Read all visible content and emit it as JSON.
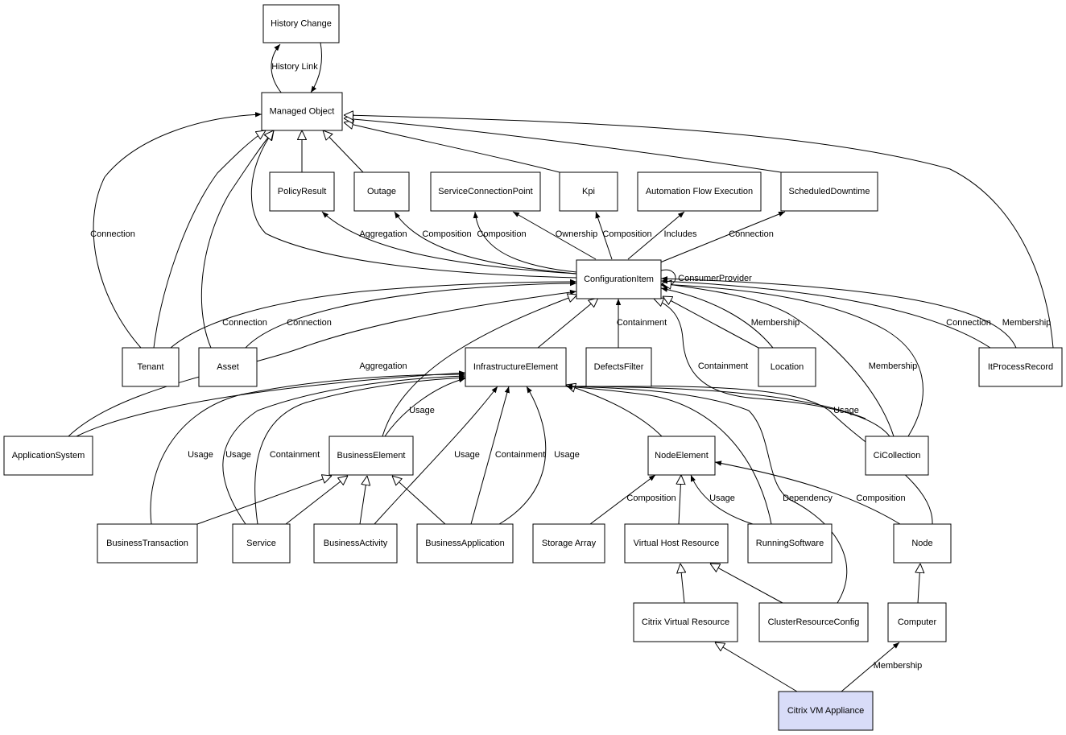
{
  "nodes": {
    "history_change": "History Change",
    "managed_object": "Managed Object",
    "policy_result": "PolicyResult",
    "outage": "Outage",
    "service_connection_point": "ServiceConnectionPoint",
    "kpi": "Kpi",
    "automation_flow_execution": "Automation Flow Execution",
    "scheduled_downtime": "ScheduledDowntime",
    "configuration_item": "ConfigurationItem",
    "tenant": "Tenant",
    "asset": "Asset",
    "infrastructure_element": "InfrastructureElement",
    "defects_filter": "DefectsFilter",
    "location": "Location",
    "it_process_record": "ItProcessRecord",
    "application_system": "ApplicationSystem",
    "business_element": "BusinessElement",
    "node_element": "NodeElement",
    "ci_collection": "CiCollection",
    "business_transaction": "BusinessTransaction",
    "service": "Service",
    "business_activity": "BusinessActivity",
    "business_application": "BusinessApplication",
    "storage_array": "Storage Array",
    "virtual_host_resource": "Virtual Host Resource",
    "running_software": "RunningSoftware",
    "node": "Node",
    "citrix_virtual_resource": "Citrix Virtual Resource",
    "cluster_resource_config": "ClusterResourceConfig",
    "computer": "Computer",
    "citrix_vm_appliance": "Citrix VM Appliance"
  },
  "edge_labels": {
    "history_link": "History Link",
    "connection_tenant_mo": "Connection",
    "aggregation_policy": "Aggregation",
    "composition_outage": "Composition",
    "composition_scp": "Composition",
    "ownership_scp": "Ownership",
    "composition_kpi": "Composition",
    "includes_afe": "Includes",
    "connection_sd": "Connection",
    "consumer_provider": "ConsumerProvider",
    "connection_tenant_ci": "Connection",
    "connection_asset_ci": "Connection",
    "aggregation_app_system": "Aggregation",
    "containment_defects": "Containment",
    "membership_location": "Membership",
    "containment_cicollection": "Containment",
    "membership_cicollection": "Membership",
    "connection_itpr": "Connection",
    "membership_itpr": "Membership",
    "usage_business_element": "Usage",
    "usage_cicollection": "Usage",
    "usage_business_transaction": "Usage",
    "usage_service": "Usage",
    "containment_service": "Containment",
    "usage_business_activity": "Usage",
    "containment_business_application": "Containment",
    "usage_business_application": "Usage",
    "composition_storage": "Composition",
    "usage_running_software": "Usage",
    "dependency_cluster": "Dependency",
    "composition_node": "Composition",
    "membership_computer": "Membership"
  },
  "colors": {
    "highlight_fill": "#d8dcf8",
    "stroke": "#000000"
  }
}
